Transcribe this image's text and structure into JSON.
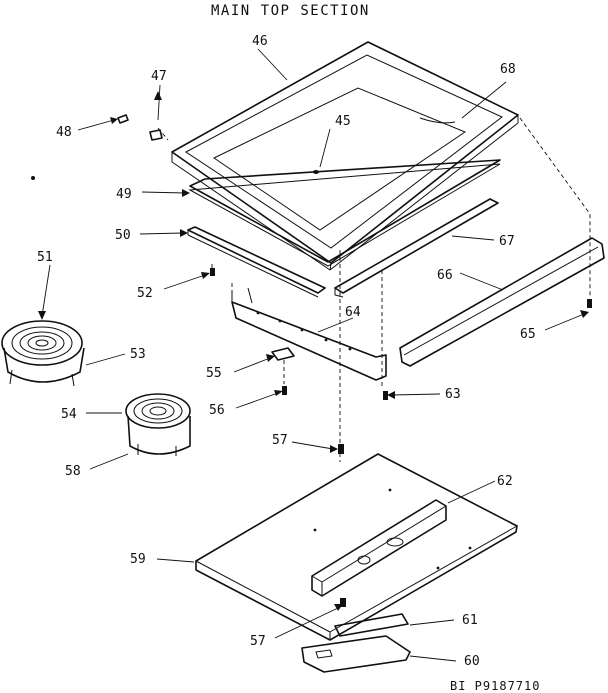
{
  "title": "MAIN TOP SECTION",
  "reference": "BI P9187710",
  "labels": {
    "p45": "45",
    "p46": "46",
    "p47": "47",
    "p48": "48",
    "p49": "49",
    "p50": "50",
    "p51": "51",
    "p52": "52",
    "p53": "53",
    "p54": "54",
    "p55": "55",
    "p56": "56",
    "p57a": "57",
    "p57b": "57",
    "p58": "58",
    "p59": "59",
    "p60": "60",
    "p61": "61",
    "p62": "62",
    "p63": "63",
    "p64": "64",
    "p65": "65",
    "p66": "66",
    "p67": "67",
    "p68": "68"
  }
}
